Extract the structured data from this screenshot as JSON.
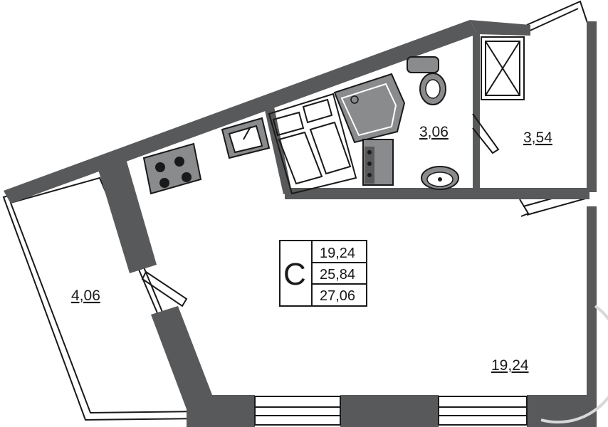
{
  "rooms": {
    "balcony_left": "4,06",
    "bathroom": "3,06",
    "hallway": "3,54",
    "living": "19,24"
  },
  "legend": {
    "letter": "С",
    "living_area": "19,24",
    "total_area": "25,84",
    "total_with_balcony": "27,06"
  },
  "colors": {
    "wall": "#58595b",
    "fixture_fill": "#8a8b8d",
    "line": "#1a1a1a"
  }
}
